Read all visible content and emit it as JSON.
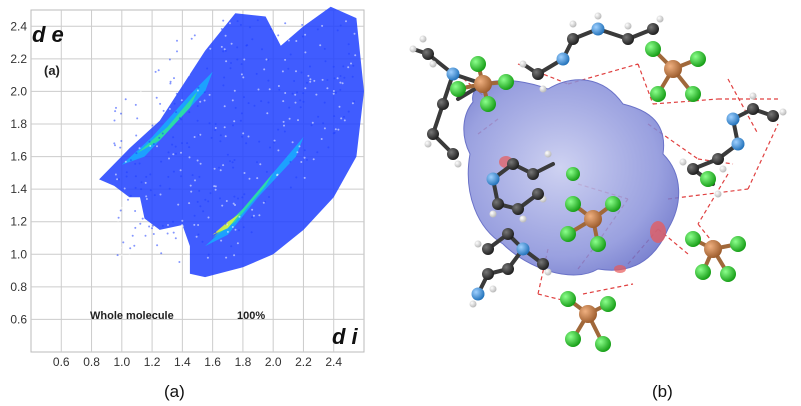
{
  "figure": {
    "caption_a": "(a)",
    "caption_b": "(b)"
  },
  "fingerprint_plot": {
    "x_axis_letter": "d i",
    "y_axis_letter": "d e",
    "panel_tag": "(a)",
    "annotation_left": "Whole molecule",
    "annotation_right": "100%",
    "x_ticks": [
      "0.6",
      "0.8",
      "1.0",
      "1.2",
      "1.4",
      "1.6",
      "1.8",
      "2.0",
      "2.2",
      "2.4"
    ],
    "y_ticks": [
      "0.6",
      "0.8",
      "1.0",
      "1.2",
      "1.4",
      "1.6",
      "1.8",
      "2.0",
      "2.2",
      "2.4"
    ],
    "xlim": [
      0.4,
      2.6
    ],
    "ylim": [
      0.4,
      2.5
    ],
    "point_color": "#1f3fff",
    "density_colors": [
      "#1f3fff",
      "#18a8ff",
      "#2fe0a0",
      "#d8f040"
    ]
  },
  "molecule_view": {
    "atom_colors": {
      "carbon": "#2a2a2a",
      "nitrogen": "#2b8bd6",
      "hydrogen": "#e8e8e8",
      "chlorine": "#22c422",
      "metal": "#c8824a"
    },
    "surface_color": "#7d86d8",
    "contact_color": "#e04040"
  }
}
